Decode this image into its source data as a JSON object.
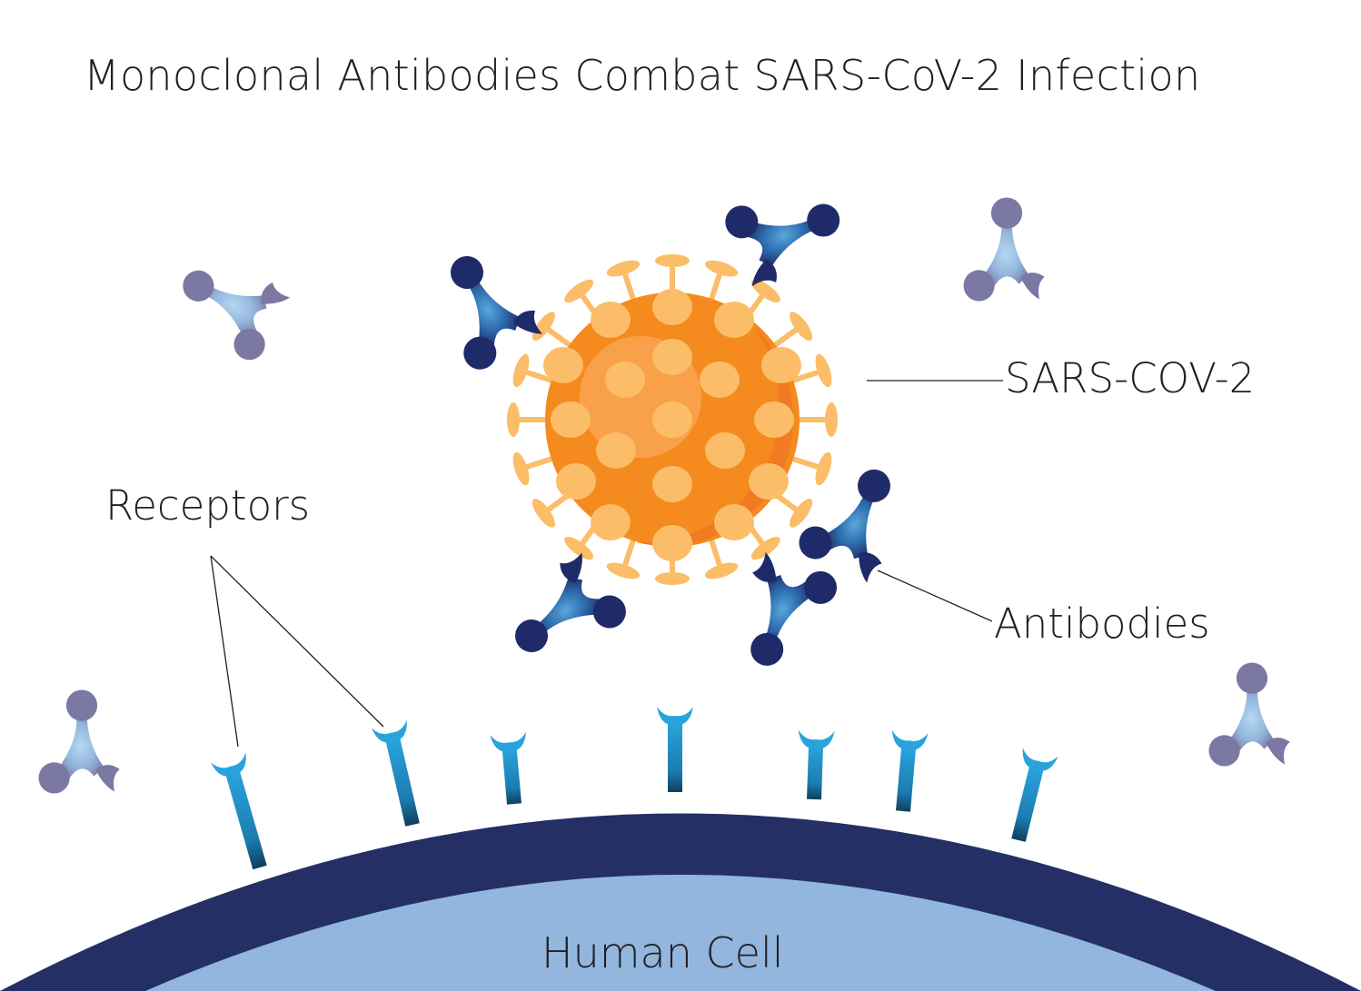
{
  "title": "Monoclonal Antibodies Combat SARS-CoV-2 Infection",
  "labels": {
    "virus": "SARS-COV-2",
    "receptors": "Receptors",
    "antibodies": "Antibodies",
    "cell": "Human Cell"
  },
  "colors": {
    "cell_membrane": "#242f66",
    "cell_interior": "#92b6de",
    "receptor": "#29a3dc",
    "receptor_base": "#0f3f5e",
    "virus_core": "#f58a1f",
    "virus_core_dark": "#f07b22",
    "virus_core_light": "#f9a14a",
    "spike": "#fbbd68",
    "bound_antibody": "#1f2b68",
    "bound_antibody_mid": "#3c82c2",
    "free_antibody": "#7b78a4",
    "free_antibody_mid": "#97bde0",
    "leader_line": "#231f20"
  }
}
